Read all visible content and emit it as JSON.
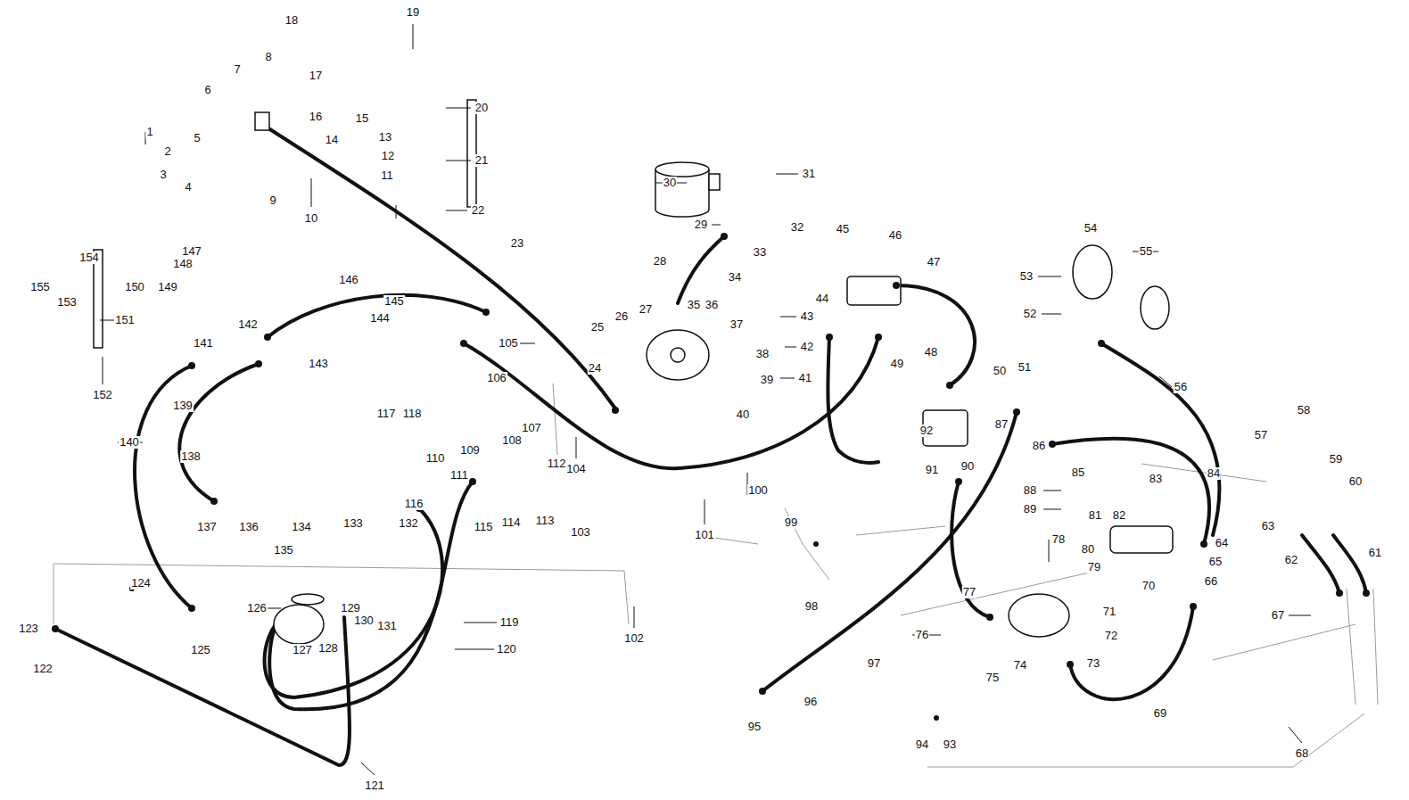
{
  "diagram": {
    "labels": [
      "1",
      "2",
      "3",
      "4",
      "5",
      "6",
      "7",
      "8",
      "9",
      "10",
      "11",
      "12",
      "13",
      "14",
      "15",
      "16",
      "17",
      "18",
      "19",
      "20",
      "21",
      "22",
      "23",
      "24",
      "25",
      "26",
      "27",
      "28",
      "29",
      "30",
      "31",
      "32",
      "33",
      "34",
      "35",
      "36",
      "37",
      "38",
      "39",
      "40",
      "41",
      "42",
      "43",
      "44",
      "45",
      "46",
      "47",
      "48",
      "49",
      "50",
      "51",
      "52",
      "53",
      "54",
      "55",
      "56",
      "57",
      "58",
      "59",
      "60",
      "61",
      "62",
      "63",
      "64",
      "65",
      "66",
      "67",
      "68",
      "69",
      "70",
      "71",
      "72",
      "73",
      "74",
      "75",
      "76",
      "77",
      "78",
      "79",
      "80",
      "81",
      "82",
      "83",
      "84",
      "85",
      "86",
      "87",
      "88",
      "89",
      "90",
      "91",
      "92",
      "93",
      "94",
      "95",
      "96",
      "97",
      "98",
      "99",
      "100",
      "101",
      "102",
      "103",
      "104",
      "105",
      "106",
      "107",
      "108",
      "109",
      "110",
      "111",
      "112",
      "113",
      "114",
      "115",
      "116",
      "117",
      "118",
      "119",
      "120",
      "121",
      "122",
      "123",
      "124",
      "125",
      "126",
      "127",
      "128",
      "129",
      "130",
      "131",
      "132",
      "133",
      "134",
      "135",
      "136",
      "137",
      "138",
      "139",
      "140",
      "141",
      "142",
      "143",
      "144",
      "145",
      "146",
      "147",
      "148",
      "149",
      "150",
      "151",
      "152",
      "153",
      "154",
      "155"
    ]
  }
}
